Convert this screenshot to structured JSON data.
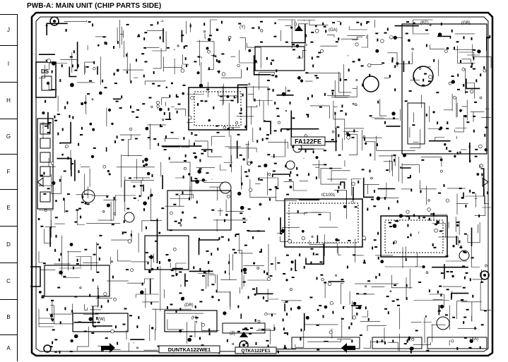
{
  "page": {
    "title": "PWB-A:  MAIN UNIT (CHIP PARTS SIDE)"
  },
  "grid_rows": [
    "J",
    "I",
    "H",
    "G",
    "F",
    "E",
    "D",
    "C",
    "B",
    "A"
  ],
  "board_labels": {
    "ic_main": "IC1001",
    "ic_label_fa": "FA122FE",
    "ic_label_ds": "DS",
    "conn_bottom": "DUNTKA122WE1",
    "conn_bottom2": "QTKA122FE1",
    "marker_y": "(Y)",
    "marker_x": "(X)",
    "marker_xa": "(XA)",
    "marker_ga": "(GA)",
    "marker_gb": "(GB)",
    "marker_bt": "(BT)",
    "marker_w": "(W)",
    "marker_h": "(H)",
    "marker_z": "(Z)",
    "marker_dr": "(DR)"
  },
  "colors": {
    "ink": "#000000",
    "paper": "#ffffff"
  }
}
